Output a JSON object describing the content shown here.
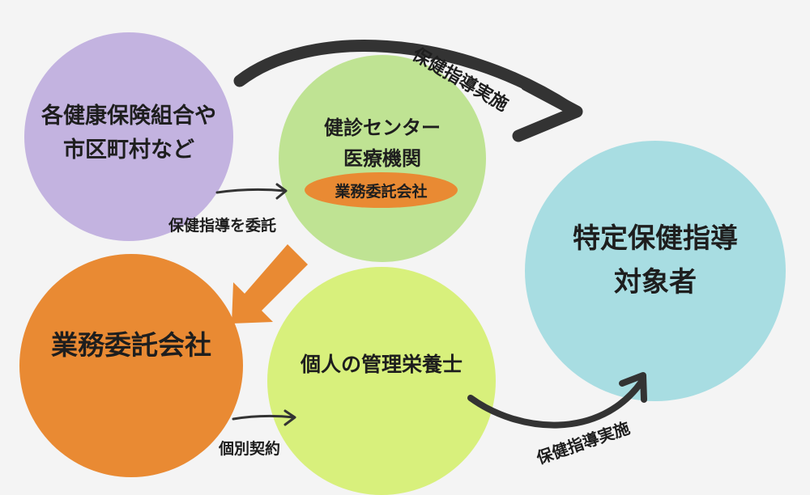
{
  "nodes": {
    "insurer": {
      "line1": "各健康保険組合や",
      "line2": "市区町村など"
    },
    "center": {
      "line1": "健診センター",
      "line2": "医療機関",
      "badge": "業務委託会社"
    },
    "target": {
      "line1": "特定保健指導",
      "line2": "対象者"
    },
    "contractor": {
      "label": "業務委託会社"
    },
    "dietitian": {
      "label": "個人の管理栄養士"
    }
  },
  "edges": {
    "top": "保健指導実施",
    "delegate": "保健指導を委託",
    "contract": "個別契約",
    "bottom": "保健指導実施"
  },
  "colors": {
    "insurer": "#c3b3e0",
    "center": "#bfe393",
    "target": "#a8dde2",
    "contractor": "#e98a33",
    "dietitian": "#d8f07c",
    "arrow_dark": "#333333",
    "arrow_orange": "#e98a33"
  }
}
